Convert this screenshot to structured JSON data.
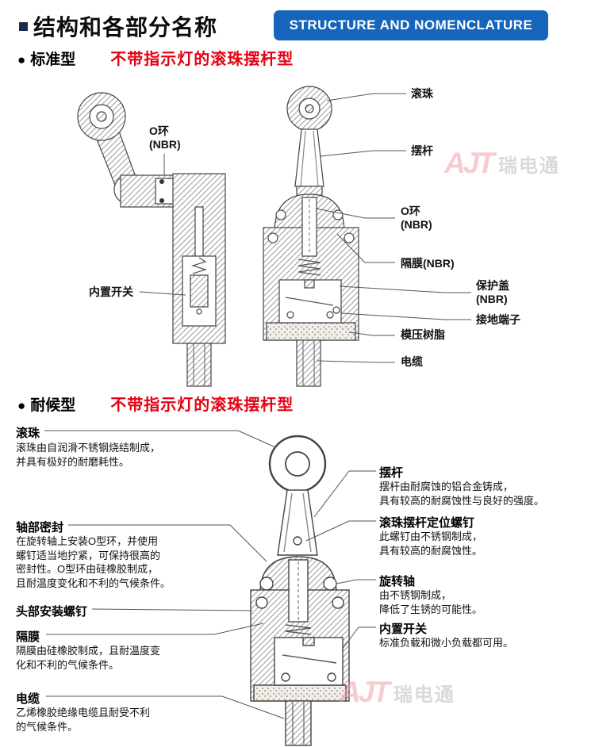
{
  "header": {
    "title": "结构和各部分名称",
    "badge": "STRUCTURE AND NOMENCLATURE"
  },
  "watermark": {
    "logo": "AJT",
    "name": "瑞电通"
  },
  "section_standard": {
    "bullet": "●",
    "type_label": "标准型",
    "subtitle": "不带指示灯的滚珠摆杆型",
    "left_labels": {
      "o_ring": "O环\n(NBR)",
      "built_in_switch": "内置开关"
    },
    "right_labels": [
      "滚珠",
      "摆杆",
      "O环\n(NBR)",
      "隔膜(NBR)",
      "保护盖\n(NBR)",
      "接地端子",
      "模压树脂",
      "电缆"
    ]
  },
  "section_weather": {
    "bullet": "●",
    "type_label": "耐候型",
    "subtitle": "不带指示灯的滚珠摆杆型",
    "left_items": [
      {
        "title": "滚珠",
        "desc": "滚珠由自润滑不锈钢烧结制成，\n并具有极好的耐磨耗性。"
      },
      {
        "title": "轴部密封",
        "desc": "在旋转轴上安装O型环，并使用\n螺钉适当地拧紧，可保持很高的\n密封性。O型环由硅橡胶制成，\n且耐温度变化和不利的气候条件。"
      },
      {
        "title": "头部安装螺钉",
        "desc": ""
      },
      {
        "title": "隔膜",
        "desc": "隔膜由硅橡胶制成，且耐温度变\n化和不利的气候条件。"
      },
      {
        "title": "电缆",
        "desc": "乙烯橡胶绝缘电缆且耐受不利\n的气候条件。"
      }
    ],
    "right_items": [
      {
        "title": "摆杆",
        "desc": "摆杆由耐腐蚀的铝合金铸成，\n具有较高的耐腐蚀性与良好的强度。"
      },
      {
        "title": "滚珠摆杆定位螺钉",
        "desc": "此螺钉由不锈钢制成，\n具有较高的耐腐蚀性。"
      },
      {
        "title": "旋转轴",
        "desc": "由不锈钢制成，\n降低了生锈的可能性。"
      },
      {
        "title": "内置开关",
        "desc": "标准负载和微小负载都可用。"
      }
    ]
  },
  "colors": {
    "badge_blue": "#1565bb",
    "accent_red": "#e60012"
  }
}
